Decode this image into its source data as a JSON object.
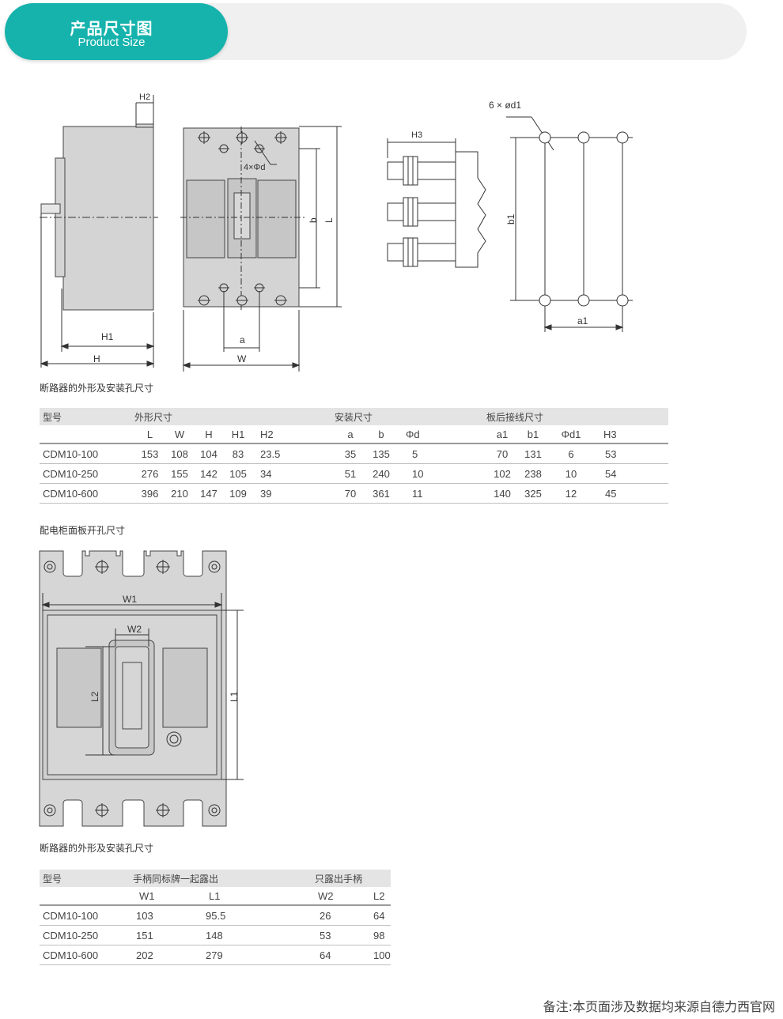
{
  "header": {
    "title_cn": "产品尺寸图",
    "title_en": "Product Size"
  },
  "section1": {
    "caption": "断路器的外形及安装孔尺寸",
    "dims": {
      "H2": "H2",
      "H1": "H1",
      "H": "H",
      "W": "W",
      "a": "a",
      "b": "b",
      "L": "L",
      "hole4": "4×Φd",
      "H3": "H3",
      "hole6": "6 × ød1",
      "b1": "b1",
      "a1": "a1"
    },
    "table": {
      "group_headers": [
        "型号",
        "外形尺寸",
        "安装尺寸",
        "板后接线尺寸"
      ],
      "sub_headers": [
        "",
        "L",
        "W",
        "H",
        "H1",
        "H2",
        "a",
        "b",
        "Φd",
        "a1",
        "b1",
        "Φd1",
        "H3"
      ],
      "rows": [
        [
          "CDM10-100",
          "153",
          "108",
          "104",
          "83",
          "23.5",
          "35",
          "135",
          "5",
          "70",
          "131",
          "6",
          "53"
        ],
        [
          "CDM10-250",
          "276",
          "155",
          "142",
          "105",
          "34",
          "51",
          "240",
          "10",
          "102",
          "238",
          "10",
          "54"
        ],
        [
          "CDM10-600",
          "396",
          "210",
          "147",
          "109",
          "39",
          "70",
          "361",
          "11",
          "140",
          "325",
          "12",
          "45"
        ]
      ]
    }
  },
  "section2": {
    "title": "配电柜面板开孔尺寸",
    "dims": {
      "W1": "W1",
      "W2": "W2",
      "L1": "L1",
      "L2": "L2"
    },
    "caption": "断路器的外形及安装孔尺寸",
    "table": {
      "group_headers": [
        "型号",
        "手柄同标牌一起露出",
        "只露出手柄"
      ],
      "sub_headers": [
        "",
        "W1",
        "L1",
        "W2",
        "L2"
      ],
      "rows": [
        [
          "CDM10-100",
          "103",
          "95.5",
          "26",
          "64"
        ],
        [
          "CDM10-250",
          "151",
          "148",
          "53",
          "98"
        ],
        [
          "CDM10-600",
          "202",
          "279",
          "64",
          "100"
        ]
      ]
    }
  },
  "footnote": "备注:本页面涉及数据均来源自德力西官网"
}
